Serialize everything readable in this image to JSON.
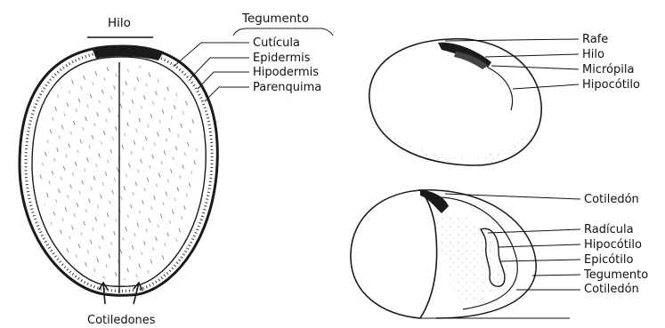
{
  "left_seed": {
    "hilo": "Hilo",
    "tegumento": "Tegumento",
    "layers": [
      "Cutícula",
      "Epidermis",
      "Hipodermis",
      "Parenquima"
    ],
    "cotiledones": "Cotiledones"
  },
  "seed_external": {
    "labels": [
      "Rafe",
      "Hilo",
      "Micrópila",
      "Hipocótilo"
    ]
  },
  "seed_open": {
    "top_label": "Cotiledón",
    "labels": [
      "Radícula",
      "Hipocótilo",
      "Epicótilo",
      "Tegumento",
      "Cotiledón"
    ]
  }
}
